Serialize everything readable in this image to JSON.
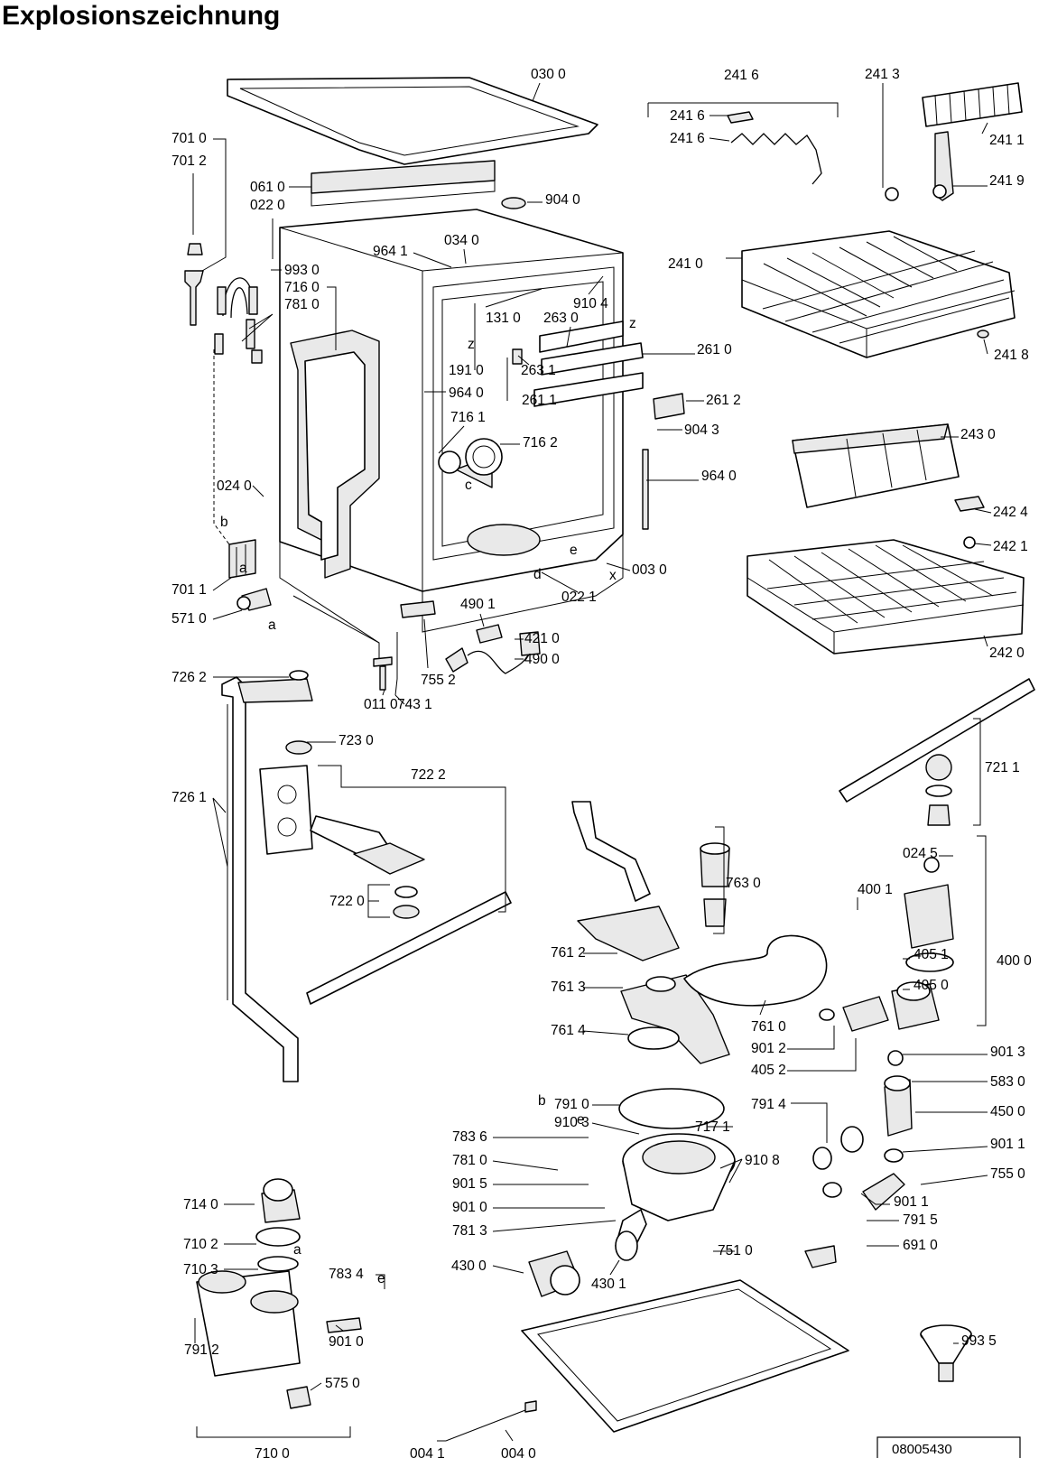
{
  "title": "Explosionszeichnung",
  "document_number": "08005430",
  "letters": [
    "a",
    "b",
    "c",
    "e",
    "d",
    "x",
    "z",
    "z",
    "a",
    "b",
    "e",
    "a",
    "e"
  ],
  "callouts": [
    "030 0",
    "241 6",
    "241 3",
    "241 1",
    "241 6",
    "241 6",
    "241 9",
    "701 0",
    "701 2",
    "061 0",
    "022 0",
    "904 0",
    "964 1",
    "034 0",
    "993 0",
    "716 0",
    "781 0",
    "910 4",
    "131 0",
    "263 0",
    "241 0",
    "241 8",
    "261 0",
    "191 0",
    "263 1",
    "964 0",
    "261 1",
    "261 2",
    "716 1",
    "904 3",
    "716 2",
    "243 0",
    "964 0",
    "024 0",
    "242 4",
    "242 1",
    "003 0",
    "701 1",
    "571 0",
    "022 1",
    "490 1",
    "421 0",
    "490 0",
    "242 0",
    "755 2",
    "726 2",
    "011 0",
    "743 1",
    "723 0",
    "721 1",
    "722 2",
    "726 1",
    "763 0",
    "024 5",
    "400 1",
    "722 0",
    "761 2",
    "405 1",
    "400 0",
    "761 3",
    "405 0",
    "761 4",
    "761 0",
    "901 2",
    "405 2",
    "901 3",
    "583 0",
    "791 0",
    "791 4",
    "450 0",
    "910 3",
    "717 1",
    "783 6",
    "910 8",
    "901 1",
    "781 0",
    "755 0",
    "901 5",
    "714 0",
    "901 1",
    "901 0",
    "791 5",
    "710 2",
    "781 3",
    "751 0",
    "691 0",
    "710 3",
    "783 4",
    "430 0",
    "430 1",
    "901 0",
    "993 5",
    "791 2",
    "575 0",
    "004 1",
    "004 0",
    "710 0"
  ]
}
